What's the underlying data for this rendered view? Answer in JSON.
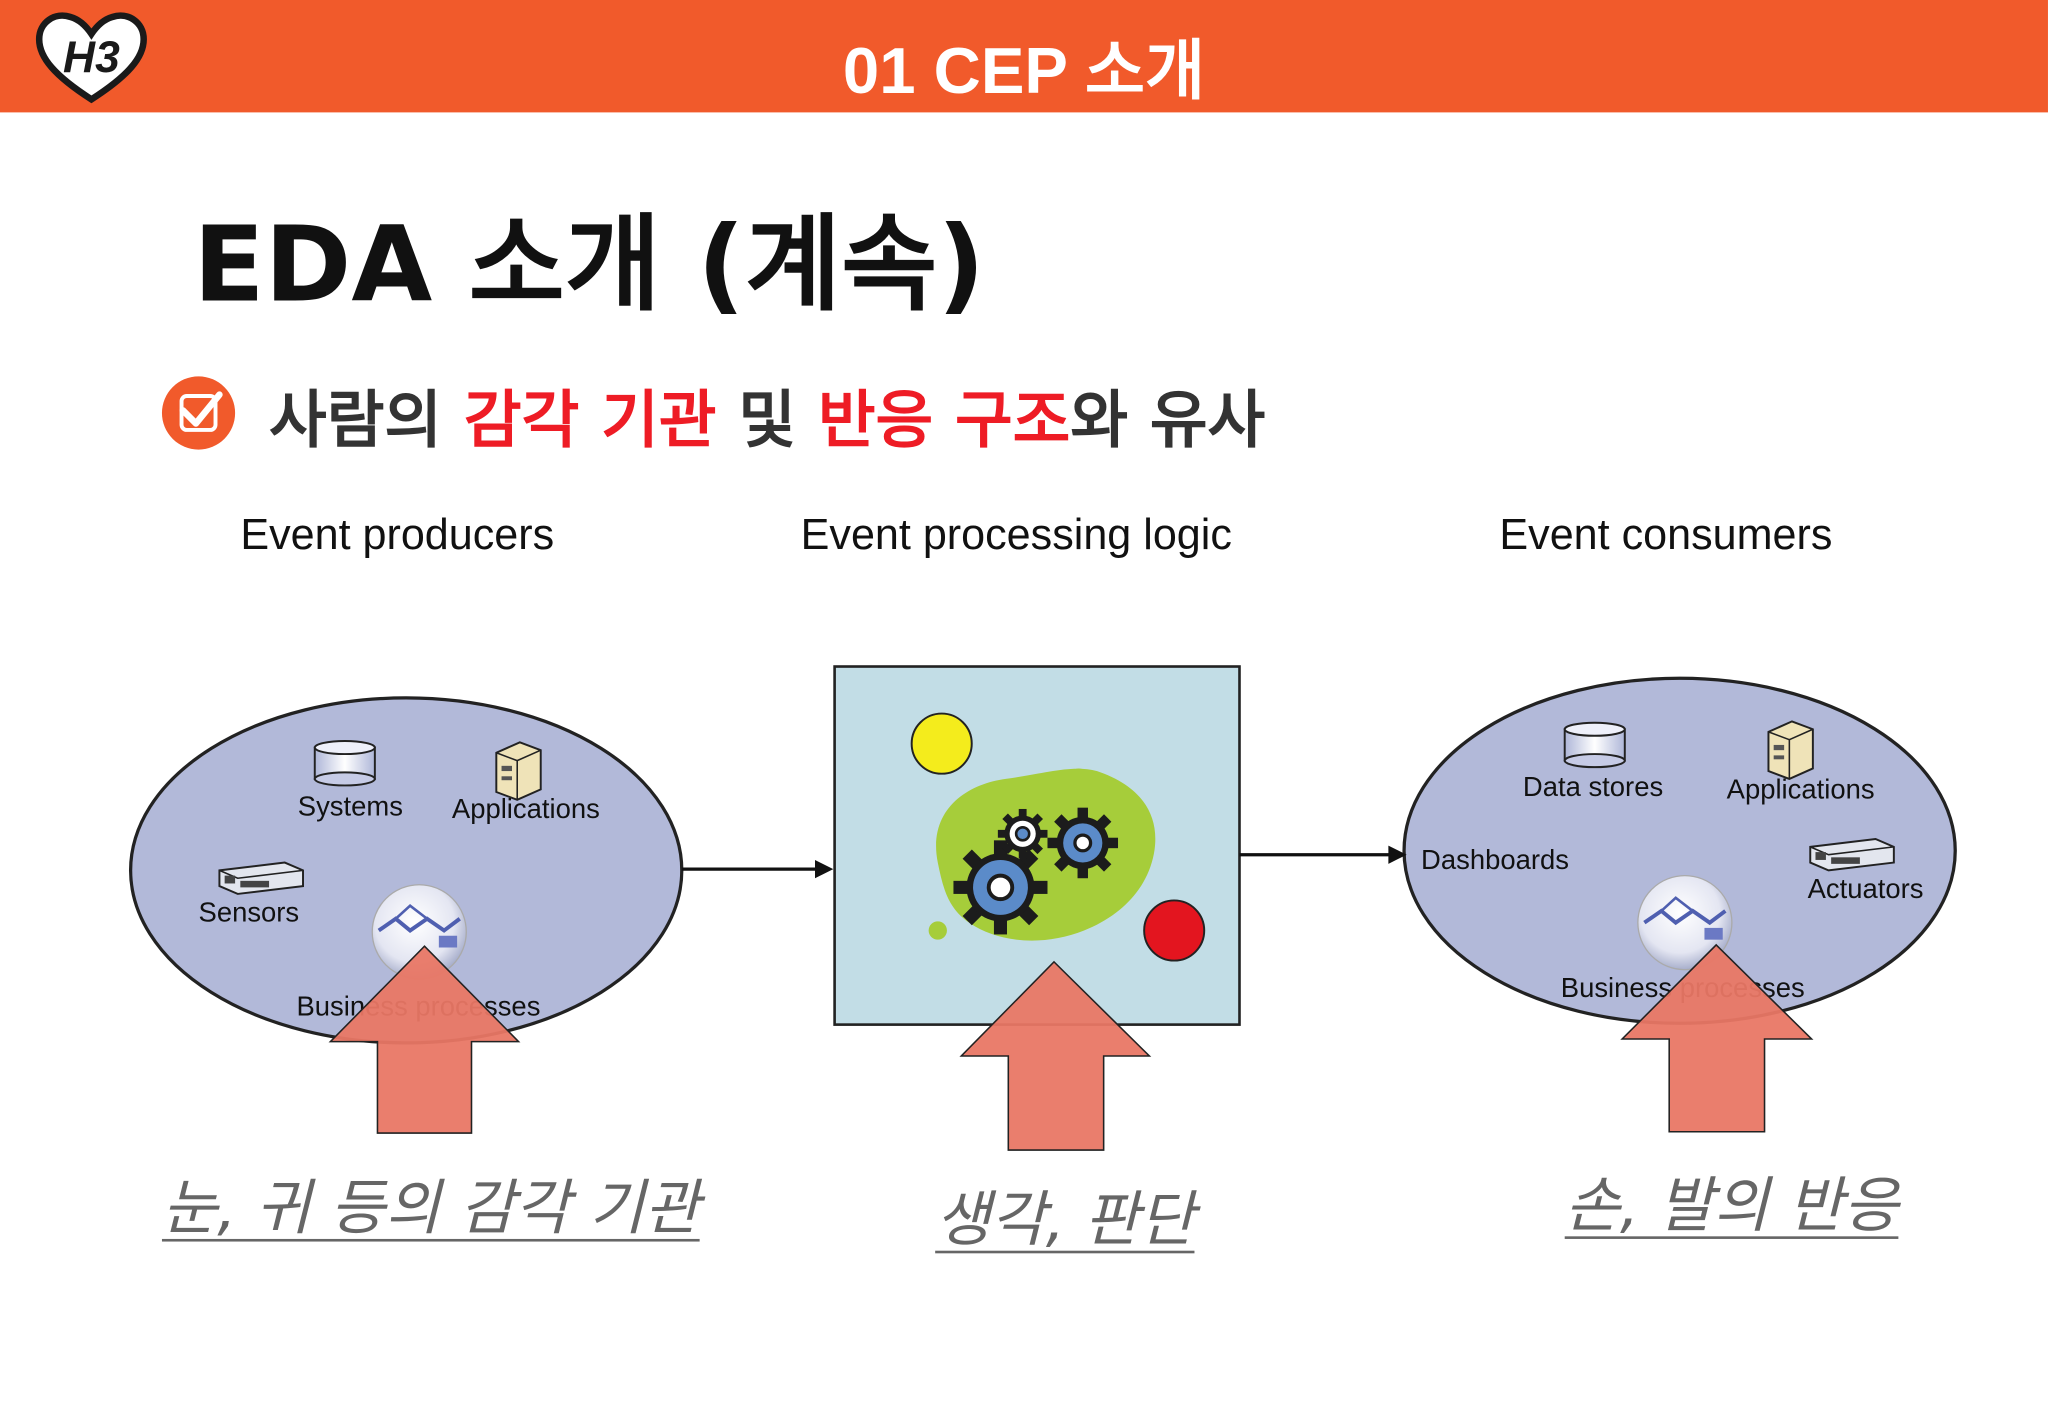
{
  "header": {
    "title": "01 CEP 소개"
  },
  "slide": {
    "title": "EDA 소개 (계속)",
    "bullet": {
      "p1": "사람의 ",
      "p2": "감각 기관",
      "p3": " 및 ",
      "p4": "반응 구조",
      "p5": "와 유사"
    }
  },
  "diagram": {
    "producers": {
      "heading": "Event producers",
      "systems": "Systems",
      "applications": "Applications",
      "sensors": "Sensors",
      "business": "Business processes"
    },
    "logic": {
      "heading": "Event processing logic"
    },
    "consumers": {
      "heading": "Event consumers",
      "data_stores": "Data stores",
      "applications": "Applications",
      "dashboards": "Dashboards",
      "actuators": "Actuators",
      "business": "Business processes"
    }
  },
  "captions": {
    "senses": "눈, 귀 등의 감각 기관",
    "judgment": "생각, 판단",
    "response": "손, 발의 반응"
  },
  "colors": {
    "header_bg": "#f15a2b",
    "highlight": "#ee1c25",
    "ellipse_fill": "#b2b9d9",
    "box_fill": "#c2dde6",
    "arrow_fill": "#e97765"
  }
}
